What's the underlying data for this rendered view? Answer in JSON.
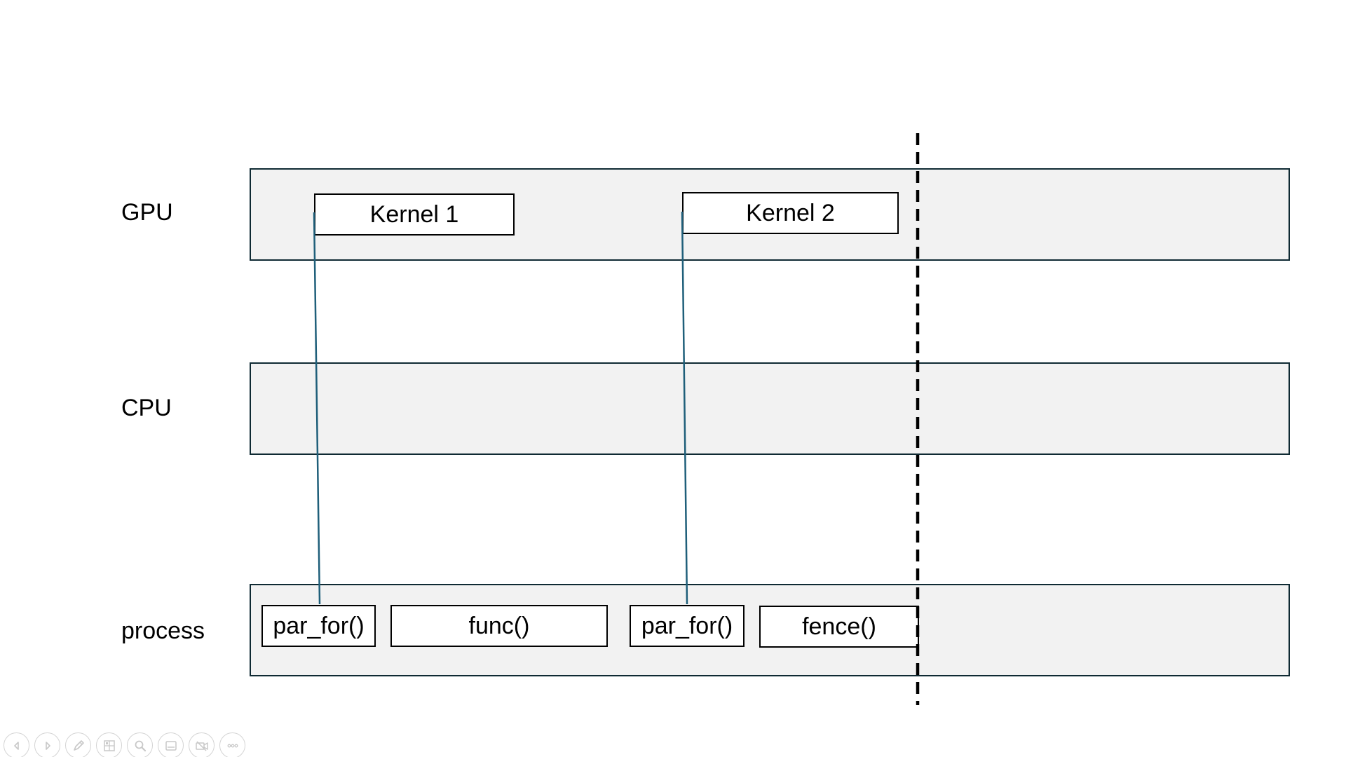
{
  "lanes": {
    "gpu": "GPU",
    "cpu": "CPU",
    "process": "process"
  },
  "gpu_tasks": {
    "kernel1": "Kernel 1",
    "kernel2": "Kernel 2"
  },
  "process_tasks": {
    "par_for_1": "par_for()",
    "func": "func()",
    "par_for_2": "par_for()",
    "fence": "fence()"
  },
  "colors": {
    "lane_fill": "#f2f2f2",
    "lane_border": "#0f2a33",
    "connector": "#1f5f7a",
    "fence_line": "#000000"
  },
  "toolbar": {
    "icons": [
      "previous-icon",
      "next-icon",
      "pen-icon",
      "slides-grid-icon",
      "zoom-icon",
      "subtitles-icon",
      "camera-off-icon",
      "more-options-icon"
    ]
  }
}
